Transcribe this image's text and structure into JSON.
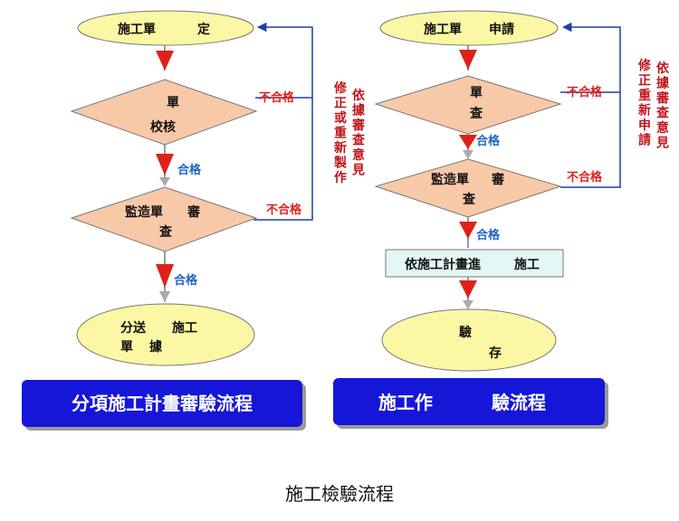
{
  "left_flow": {
    "start": [
      "施工單",
      "定"
    ],
    "review1": [
      "單",
      "校核"
    ],
    "review2": [
      "監造單",
      "審",
      "查"
    ],
    "end": [
      "分送",
      "施工",
      "單",
      "據"
    ],
    "fail1": "不合格",
    "fail2": "不合格",
    "pass1": "合格",
    "pass2": "合格",
    "side_note_col1": "修正或重新製作",
    "side_note_col2": "依據審查意見",
    "title": "分項施工計畫審驗流程"
  },
  "right_flow": {
    "start": [
      "施工單",
      "申請"
    ],
    "review1": [
      "單",
      "查"
    ],
    "review2": [
      "監造單",
      "審",
      "查"
    ],
    "process": [
      "依施工計畫進",
      "施工"
    ],
    "end": [
      "驗",
      "存"
    ],
    "fail1": "不合格",
    "fail2": "不合格",
    "pass1": "合格",
    "pass2": "合格",
    "side_note_col1": "修正重新申請",
    "side_note_col2": "依據審查意見",
    "title_part1": "施工作",
    "title_part2": "驗流程"
  },
  "caption": "施工檢驗流程",
  "colors": {
    "ellipse_fill": "#fbf7a4",
    "diamond_fill": "#f8c9a8",
    "process_fill": "#e3f6f6",
    "title_fill": "#1512d8",
    "arrow_red": "#e0201a",
    "line_blue": "#1f3fa8",
    "pass_blue": "#1e63c8"
  }
}
